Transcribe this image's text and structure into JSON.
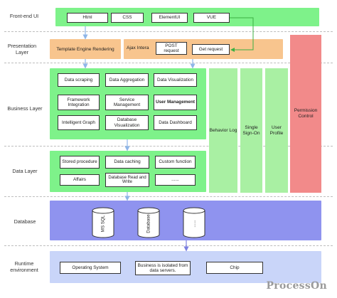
{
  "layers": {
    "frontend": "Front-end UI",
    "presentation": "Presentation Layer",
    "business": "Business Layer",
    "data": "Data Layer",
    "database": "Database",
    "runtime": "Runtime environment"
  },
  "frontend_items": [
    "Html",
    "CSS",
    "ElementUI",
    "VUE"
  ],
  "presentation": {
    "template": "Template Engine Rendering",
    "ajax": "Ajax Intera",
    "post": "POST request",
    "get": "Get request"
  },
  "business_items": [
    "Data scraping",
    "Data Aggregation",
    "Data Visualization",
    "Framework Integration",
    "Service Management",
    "User Management",
    "Intelligent Graph",
    "Database Visualization",
    "Data Dashboard"
  ],
  "side_columns": {
    "behavior": "Behavior Log",
    "sso": "Single Sign-On",
    "profile": "User Profile",
    "permission": "Permission Control"
  },
  "data_items": [
    "Stored procedure",
    "Data caching",
    "Custom function",
    "Affairs",
    "Database Read and Write",
    "......"
  ],
  "databases": [
    "MS SQL",
    "Database",
    "......"
  ],
  "runtime_items": [
    "Operating System",
    "Business is isolated from data servers.",
    "Chip"
  ],
  "watermark": "ProcessOn",
  "colors": {
    "green_band": "#7ef28a",
    "light_green": "#a9f0a3",
    "orange_band": "#f8c58e",
    "blue_band": "#8f93ef",
    "light_blue": "#c9d5f9",
    "permission": "#f28a8a",
    "arrow": "#8fb6e8"
  }
}
